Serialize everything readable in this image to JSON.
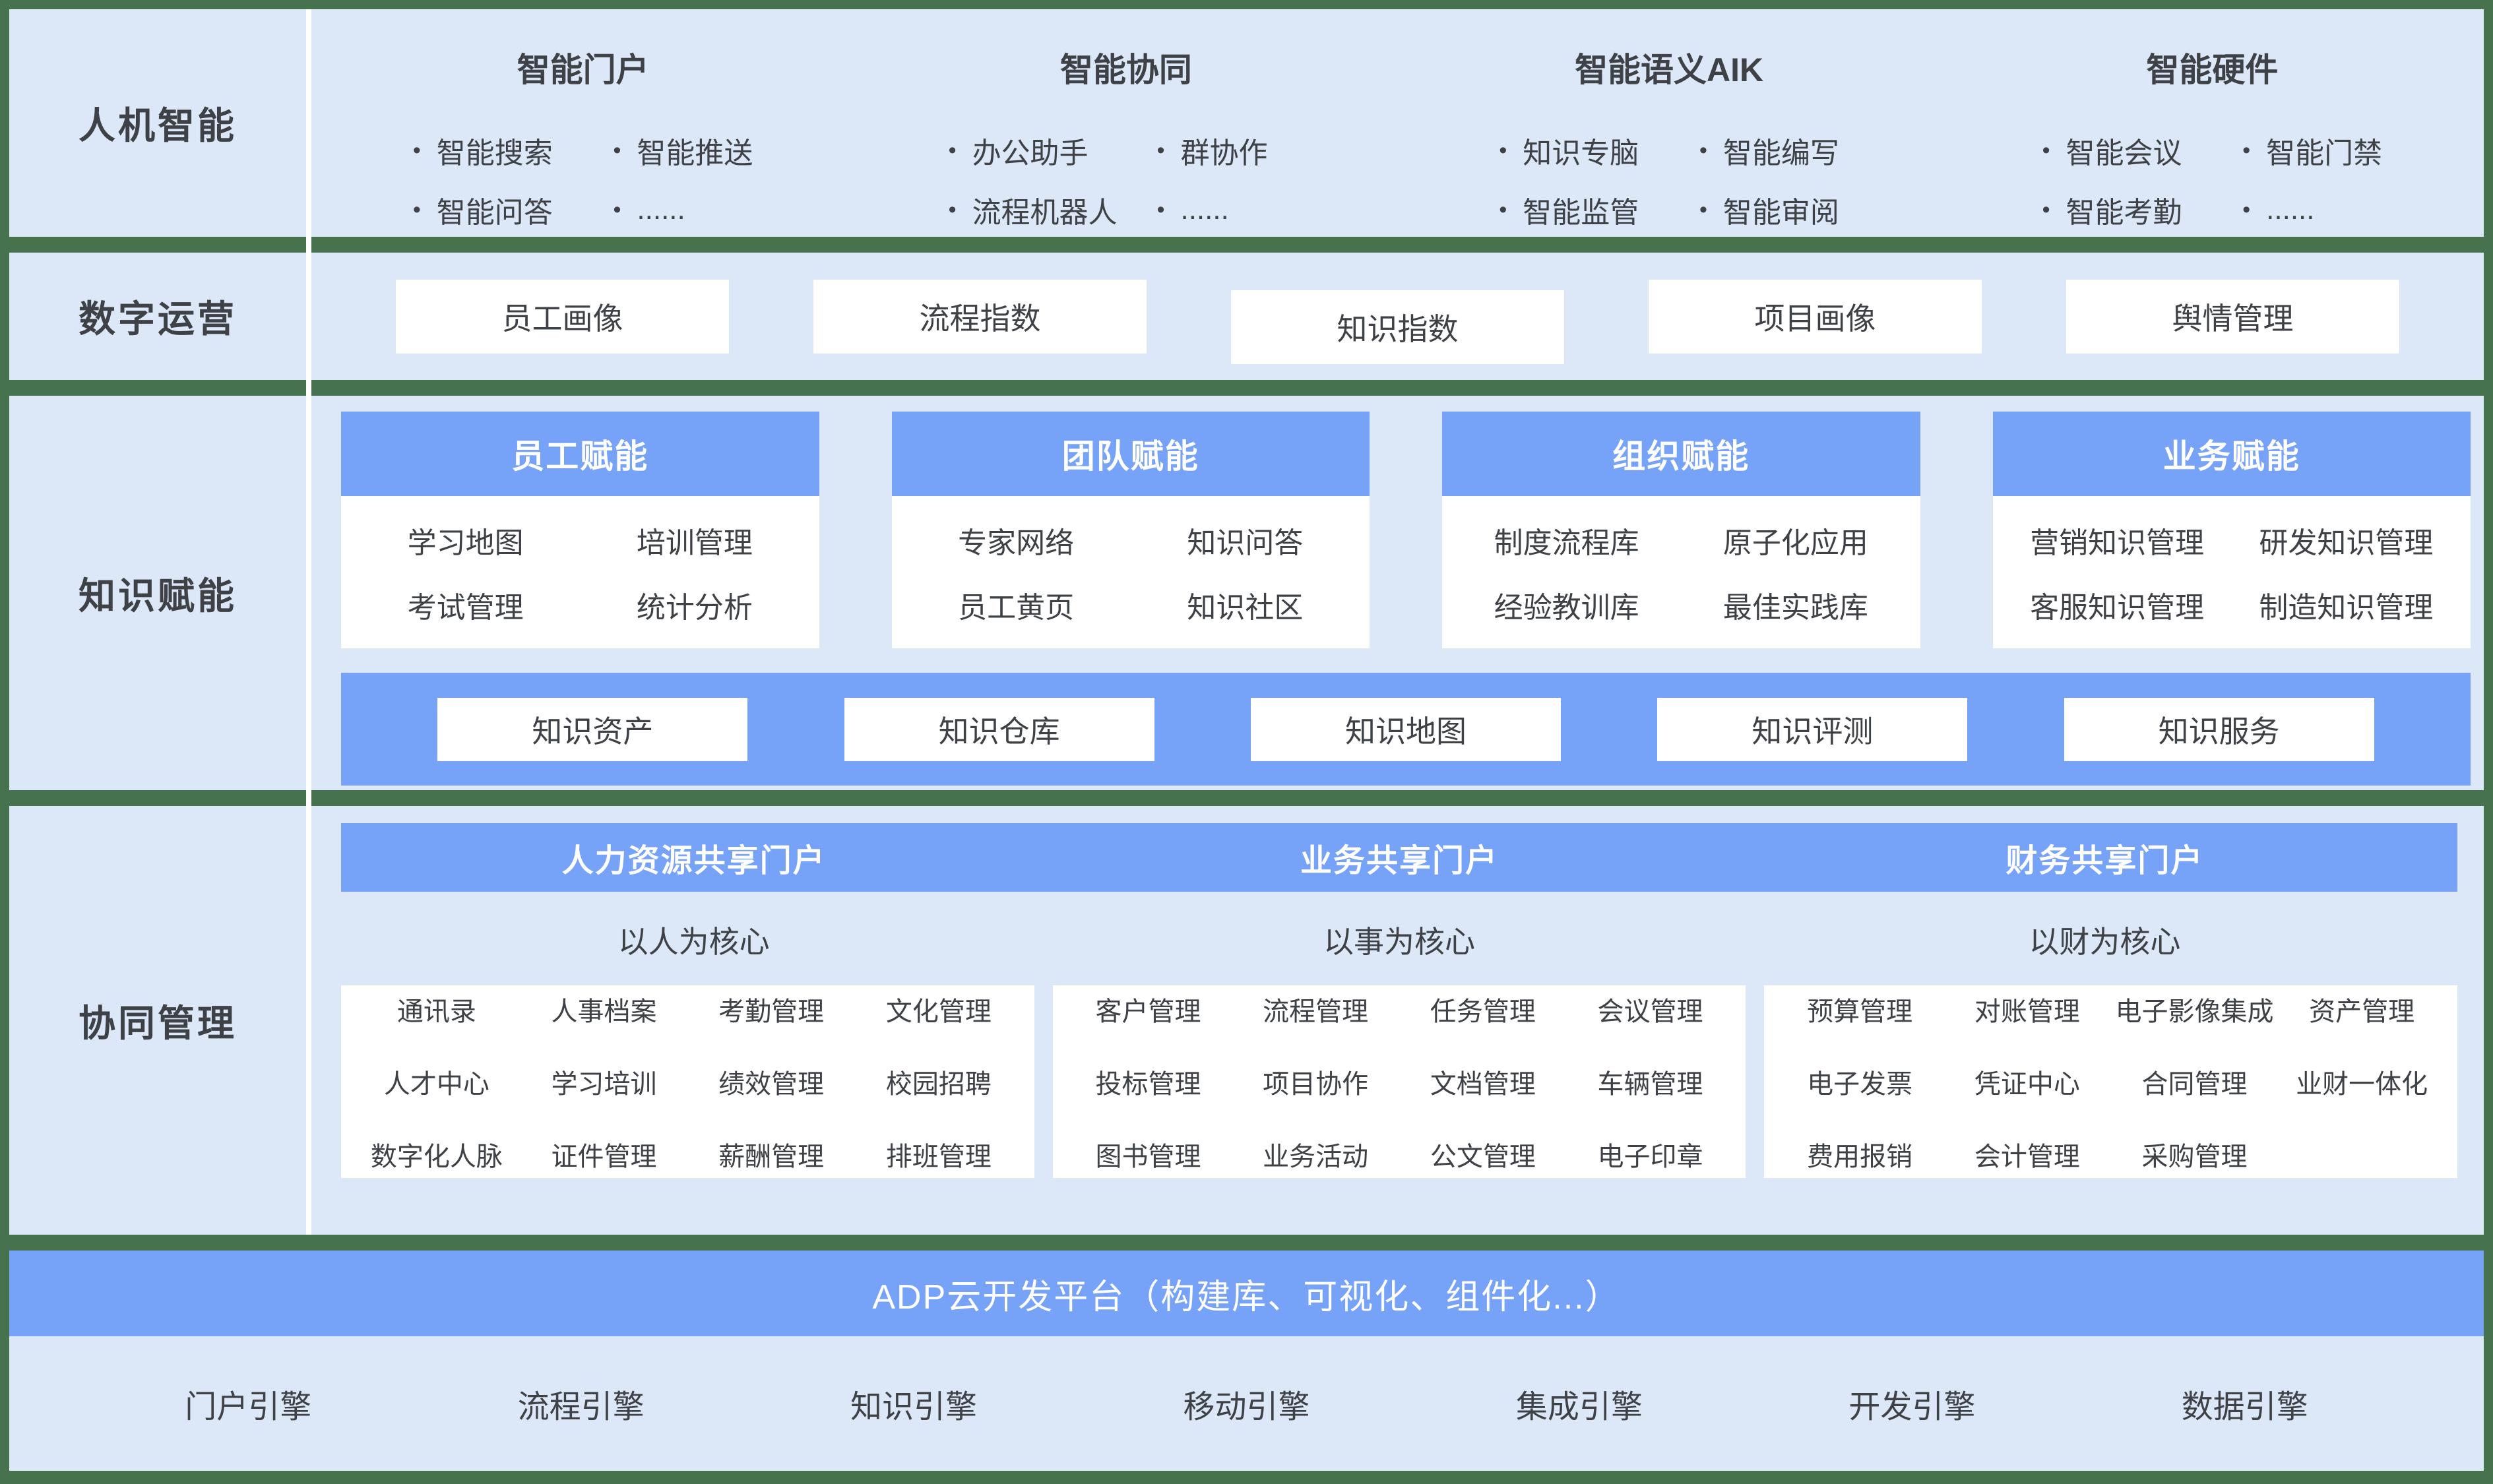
{
  "colors": {
    "background_green": "#47724E",
    "accent_blue": "#76A3F7",
    "panel_light_blue": "#DCE7F8",
    "box_white": "#FFFFFF",
    "text_dark": "#3E4246"
  },
  "rows": {
    "ai": {
      "label": "人机智能",
      "groups": [
        {
          "title": "智能门户",
          "items": [
            [
              "智能搜索",
              "智能推送"
            ],
            [
              "智能问答",
              "......"
            ]
          ]
        },
        {
          "title": "智能协同",
          "items": [
            [
              "办公助手",
              "群协作"
            ],
            [
              "流程机器人",
              "......"
            ]
          ]
        },
        {
          "title": "智能语义AIK",
          "items": [
            [
              "知识专脑",
              "智能编写"
            ],
            [
              "智能监管",
              "智能审阅"
            ]
          ]
        },
        {
          "title": "智能硬件",
          "items": [
            [
              "智能会议",
              "智能门禁"
            ],
            [
              "智能考勤",
              "......"
            ]
          ]
        }
      ]
    },
    "digital_ops": {
      "label": "数字运营",
      "boxes": [
        "员工画像",
        "流程指数",
        "知识指数",
        "项目画像",
        "舆情管理"
      ]
    },
    "knowledge": {
      "label": "知识赋能",
      "panels": [
        {
          "title": "员工赋能",
          "items": [
            [
              "学习地图",
              "培训管理"
            ],
            [
              "考试管理",
              "统计分析"
            ]
          ]
        },
        {
          "title": "团队赋能",
          "items": [
            [
              "专家网络",
              "知识问答"
            ],
            [
              "员工黄页",
              "知识社区"
            ]
          ]
        },
        {
          "title": "组织赋能",
          "items": [
            [
              "制度流程库",
              "原子化应用"
            ],
            [
              "经验教训库",
              "最佳实践库"
            ]
          ]
        },
        {
          "title": "业务赋能",
          "items": [
            [
              "营销知识管理",
              "研发知识管理"
            ],
            [
              "客服知识管理",
              "制造知识管理"
            ]
          ]
        }
      ],
      "bar_boxes": [
        "知识资产",
        "知识仓库",
        "知识地图",
        "知识评测",
        "知识服务"
      ]
    },
    "collab": {
      "label": "协同管理",
      "portals": [
        {
          "title": "人力资源共享门户",
          "subtitle": "以人为核心",
          "items": [
            [
              "通讯录",
              "人事档案",
              "考勤管理",
              "文化管理"
            ],
            [
              "人才中心",
              "学习培训",
              "绩效管理",
              "校园招聘"
            ],
            [
              "数字化人脉",
              "证件管理",
              "薪酬管理",
              "排班管理"
            ]
          ]
        },
        {
          "title": "业务共享门户",
          "subtitle": "以事为核心",
          "items": [
            [
              "客户管理",
              "流程管理",
              "任务管理",
              "会议管理"
            ],
            [
              "投标管理",
              "项目协作",
              "文档管理",
              "车辆管理"
            ],
            [
              "图书管理",
              "业务活动",
              "公文管理",
              "电子印章"
            ]
          ]
        },
        {
          "title": "财务共享门户",
          "subtitle": "以财为核心",
          "items": [
            [
              "预算管理",
              "对账管理",
              "电子影像集成",
              "资产管理"
            ],
            [
              "电子发票",
              "凭证中心",
              "合同管理",
              "业财一体化"
            ],
            [
              "费用报销",
              "会计管理",
              "采购管理"
            ]
          ]
        }
      ]
    },
    "platform": {
      "bar": "ADP云开发平台（构建库、可视化、组件化...）",
      "engines": [
        "门户引擎",
        "流程引擎",
        "知识引擎",
        "移动引擎",
        "集成引擎",
        "开发引擎",
        "数据引擎"
      ]
    }
  }
}
